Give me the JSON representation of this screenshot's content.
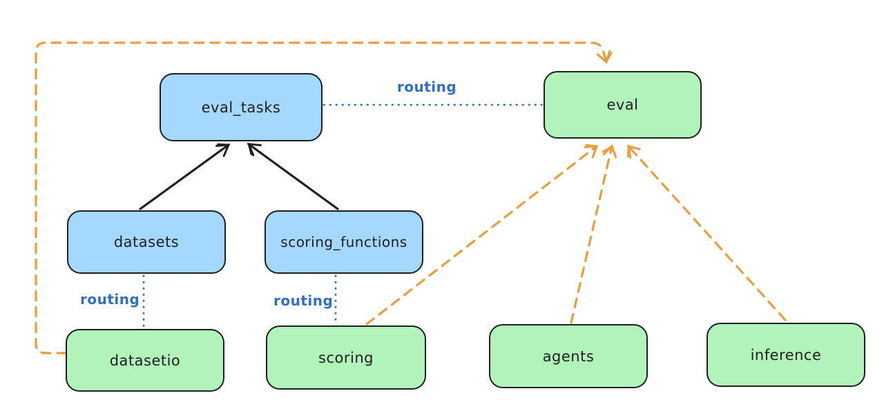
{
  "diagram": {
    "type": "architecture-diagram",
    "nodes": {
      "eval_tasks": {
        "label": "eval_tasks",
        "fill": "#a5d8ff",
        "row": "top"
      },
      "eval": {
        "label": "eval",
        "fill": "#b2f2bb",
        "row": "top"
      },
      "datasets": {
        "label": "datasets",
        "fill": "#a5d8ff",
        "row": "middle"
      },
      "scoring_functions": {
        "label": "scoring_functions",
        "fill": "#a5d8ff",
        "row": "middle"
      },
      "datasetio": {
        "label": "datasetio",
        "fill": "#b2f2bb",
        "row": "bottom"
      },
      "scoring": {
        "label": "scoring",
        "fill": "#b2f2bb",
        "row": "bottom"
      },
      "agents": {
        "label": "agents",
        "fill": "#b2f2bb",
        "row": "bottom"
      },
      "inference": {
        "label": "inference",
        "fill": "#b2f2bb",
        "row": "bottom"
      }
    },
    "edge_labels": {
      "eval_tasks_eval": "routing",
      "datasets_datasetio": "routing",
      "scoring_functions_scoring": "routing"
    },
    "edges": [
      {
        "from": "datasets",
        "to": "eval_tasks",
        "style": "solid",
        "color": "#1e1e1e",
        "arrow": true
      },
      {
        "from": "scoring_functions",
        "to": "eval_tasks",
        "style": "solid",
        "color": "#1e1e1e",
        "arrow": true
      },
      {
        "from": "eval_tasks",
        "to": "eval",
        "style": "dotted",
        "color": "#2f6fc2",
        "label": "routing",
        "arrow": false
      },
      {
        "from": "datasets",
        "to": "datasetio",
        "style": "dotted",
        "color": "#2f6fc2",
        "label": "routing",
        "arrow": false
      },
      {
        "from": "scoring_functions",
        "to": "scoring",
        "style": "dotted",
        "color": "#2f6fc2",
        "label": "routing",
        "arrow": false
      },
      {
        "from": "scoring",
        "to": "eval",
        "style": "dashed",
        "color": "#ec9b3d",
        "arrow": true
      },
      {
        "from": "agents",
        "to": "eval",
        "style": "dashed",
        "color": "#ec9b3d",
        "arrow": true
      },
      {
        "from": "inference",
        "to": "eval",
        "style": "dashed",
        "color": "#ec9b3d",
        "arrow": true
      },
      {
        "from": "datasetio",
        "to": "eval",
        "style": "dashed",
        "color": "#ec9b3d",
        "arrow": true,
        "route": "around-left-and-top"
      }
    ],
    "colors": {
      "background": "#ffffff",
      "node_stroke": "#1e1e1e",
      "blue_fill": "#a5d8ff",
      "green_fill": "#b2f2bb",
      "routing_blue": "#2f6fc2",
      "orange": "#ec9b3d"
    }
  }
}
